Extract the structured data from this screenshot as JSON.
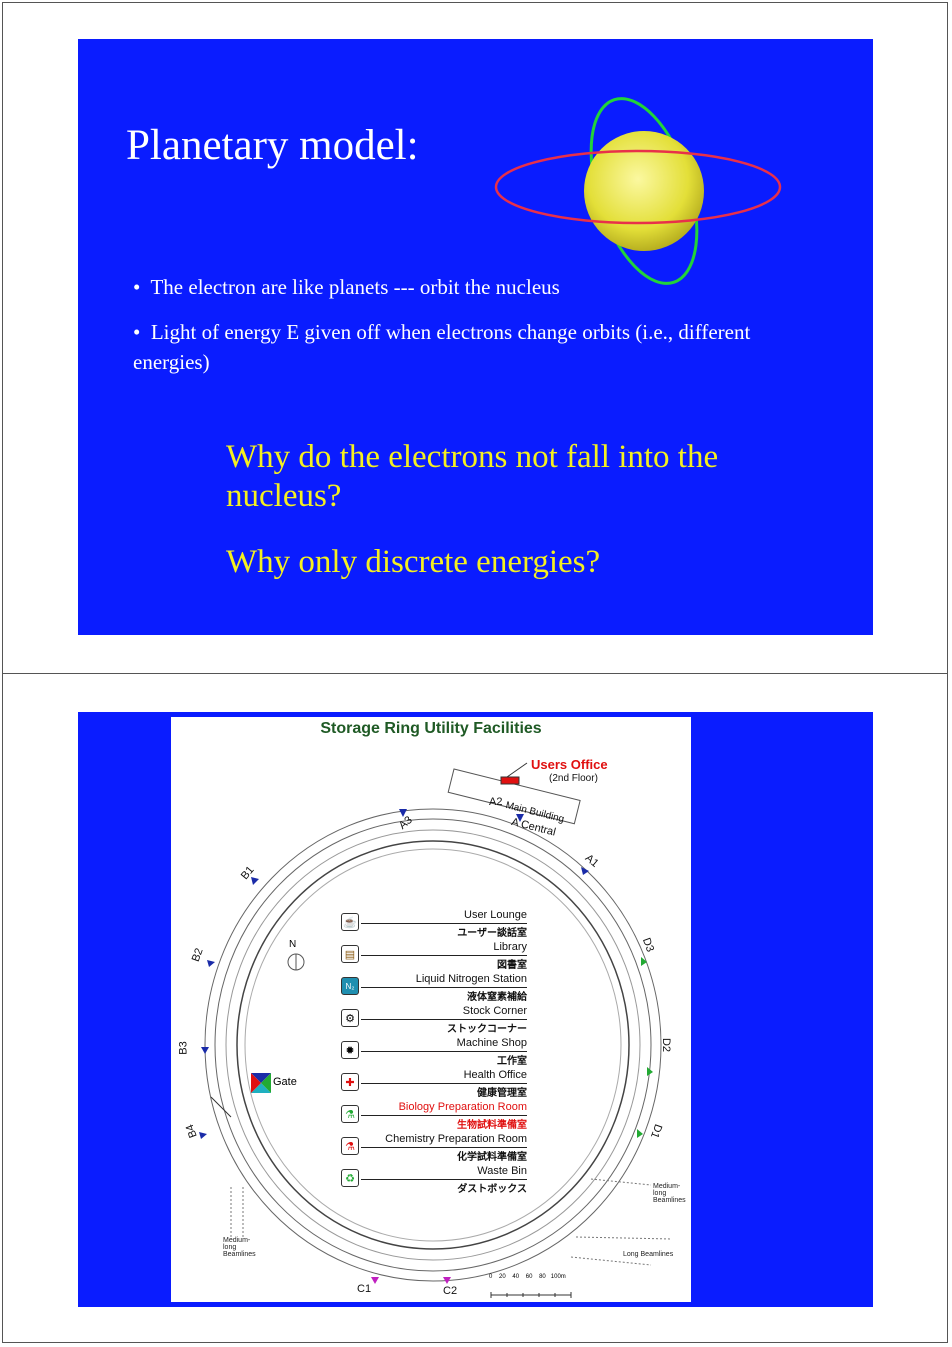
{
  "slide1": {
    "title": "Planetary model:",
    "bullets": [
      "The electron are like planets ---  orbit the nucleus",
      "Light of energy E given off when electrons change orbits (i.e., different energies)"
    ],
    "questions": [
      "Why do the electrons not fall into the nucleus?",
      "Why only discrete energies?"
    ],
    "colors": {
      "background": "#0a1cff",
      "title": "#ffffff",
      "question": "#f5f020",
      "nucleus": "#e6e24a",
      "orbit1": "#e8304a",
      "orbit2": "#22d33a"
    }
  },
  "slide2": {
    "title": "Storage Ring Utility Facilities",
    "users_office": "Users Office",
    "second_floor": "(2nd Floor)",
    "main_building": "Main Building",
    "a_central": "A Central",
    "north": "N",
    "gate": "Gate",
    "sections": [
      "A1",
      "A2",
      "A3",
      "B1",
      "B2",
      "B3",
      "B4",
      "C1",
      "C2",
      "D1",
      "D2",
      "D3"
    ],
    "beamline_notes": [
      "Medium-long Beamlines",
      "Medium-long Beamlines",
      "Long Beamlines"
    ],
    "scale": [
      "0",
      "20",
      "40",
      "60",
      "80",
      "100m"
    ],
    "legend": [
      {
        "en": "User Lounge",
        "jp": "ユーザー談話室",
        "icon": "lounge-icon",
        "glyph": "☕"
      },
      {
        "en": "Library",
        "jp": "図書室",
        "icon": "library-icon",
        "glyph": "▤"
      },
      {
        "en": "Liquid Nitrogen Station",
        "jp": "液体窒素補給",
        "icon": "nitrogen-icon",
        "glyph": "N₂"
      },
      {
        "en": "Stock Corner",
        "jp": "ストックコーナー",
        "icon": "screw-icon",
        "glyph": "⚙"
      },
      {
        "en": "Machine Shop",
        "jp": "工作室",
        "icon": "machine-shop-icon",
        "glyph": "✹"
      },
      {
        "en": "Health Office",
        "jp": "健康管理室",
        "icon": "health-cross-icon",
        "glyph": "✚"
      },
      {
        "en": "Biology Preparation Room",
        "jp": "生物試料準備室",
        "icon": "biology-flask-icon",
        "glyph": "⚗"
      },
      {
        "en": "Chemistry Preparation Room",
        "jp": "化学試料準備室",
        "icon": "chemistry-flask-icon",
        "glyph": "⚗"
      },
      {
        "en": "Waste Bin",
        "jp": "ダストボックス",
        "icon": "waste-bin-icon",
        "glyph": "♻"
      }
    ]
  }
}
